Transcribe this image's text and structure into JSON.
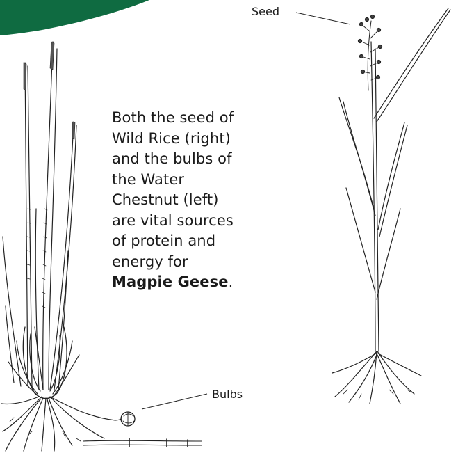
{
  "brand": {
    "accent_color": "#0f6b41"
  },
  "labels": {
    "seed": "Seed",
    "bulbs": "Bulbs"
  },
  "caption": {
    "line1": "Both the seed of",
    "line2": "Wild Rice (right)",
    "line3": "and the bulbs of",
    "line4": "the Water",
    "line5": "Chestnut (left)",
    "line6": "are vital sources",
    "line7": "of protein and",
    "line8": "energy for",
    "emphasis": "Magpie Geese",
    "period": "."
  },
  "illustrations": {
    "left": "water-chestnut-plant",
    "right": "wild-rice-plant"
  }
}
